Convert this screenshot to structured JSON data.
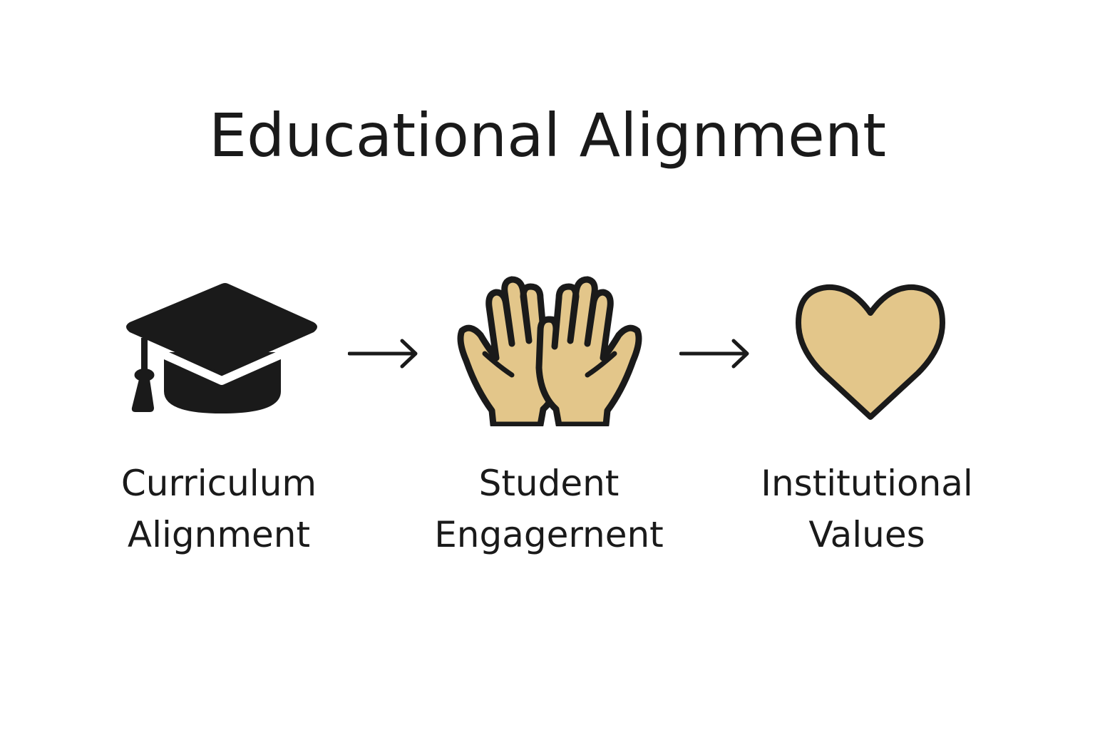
{
  "title": "Educational Alignment",
  "colors": {
    "ink": "#1a1a1a",
    "fill": "#E3C68A",
    "background": "#ffffff"
  },
  "steps": [
    {
      "icon": "graduation-cap-icon",
      "label_line1": "Curriculum",
      "label_line2": "Alignment"
    },
    {
      "icon": "open-hands-icon",
      "label_line1": "Student",
      "label_line2": "Engagernent"
    },
    {
      "icon": "heart-icon",
      "label_line1": "Institutional",
      "label_line2": "Values"
    }
  ],
  "connectors": [
    {
      "icon": "arrow-right-icon",
      "from": "Curriculum Alignment",
      "to": "Student Engagernent"
    },
    {
      "icon": "arrow-right-icon",
      "from": "Student Engagernent",
      "to": "Institutional Values"
    }
  ]
}
